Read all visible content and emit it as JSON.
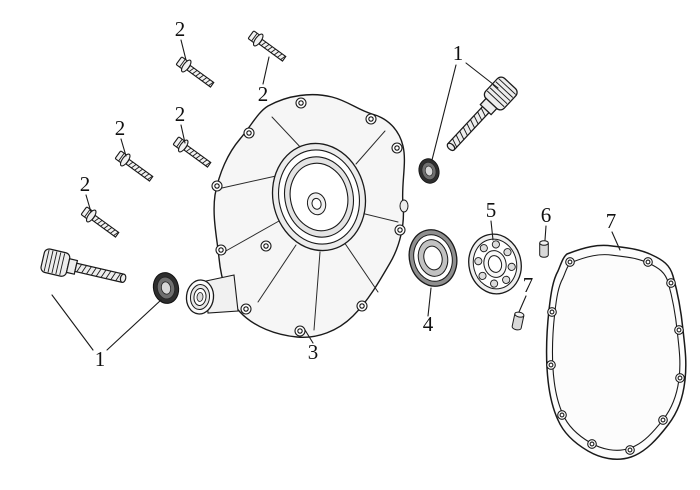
{
  "colors": {
    "line": "#1a1a1a",
    "background": "#ffffff",
    "metal_light": "#f1f1f1",
    "metal_mid": "#c2c2c2",
    "seal_dark": "#2e2e2e",
    "seal_gray": "#8f8f8f"
  },
  "callouts": [
    {
      "label": "2",
      "part": "flange-bolt-1"
    },
    {
      "label": "2",
      "part": "flange-bolt-2"
    },
    {
      "label": "2",
      "part": "flange-bolt-3"
    },
    {
      "label": "2",
      "part": "flange-bolt-4"
    },
    {
      "label": "2",
      "part": "flange-bolt-5"
    },
    {
      "label": "1",
      "part": "oil-filler-dipstick-upper"
    },
    {
      "label": "1",
      "part": "oil-filler-dipstick-lower"
    },
    {
      "label": "3",
      "part": "crankcase-cover"
    },
    {
      "label": "4",
      "part": "oil-seal"
    },
    {
      "label": "5",
      "part": "ball-bearing"
    },
    {
      "label": "6",
      "part": "dowel-pin-upper"
    },
    {
      "label": "7",
      "part": "gasket"
    },
    {
      "label": "7",
      "part": "dowel-pin-lower"
    }
  ]
}
